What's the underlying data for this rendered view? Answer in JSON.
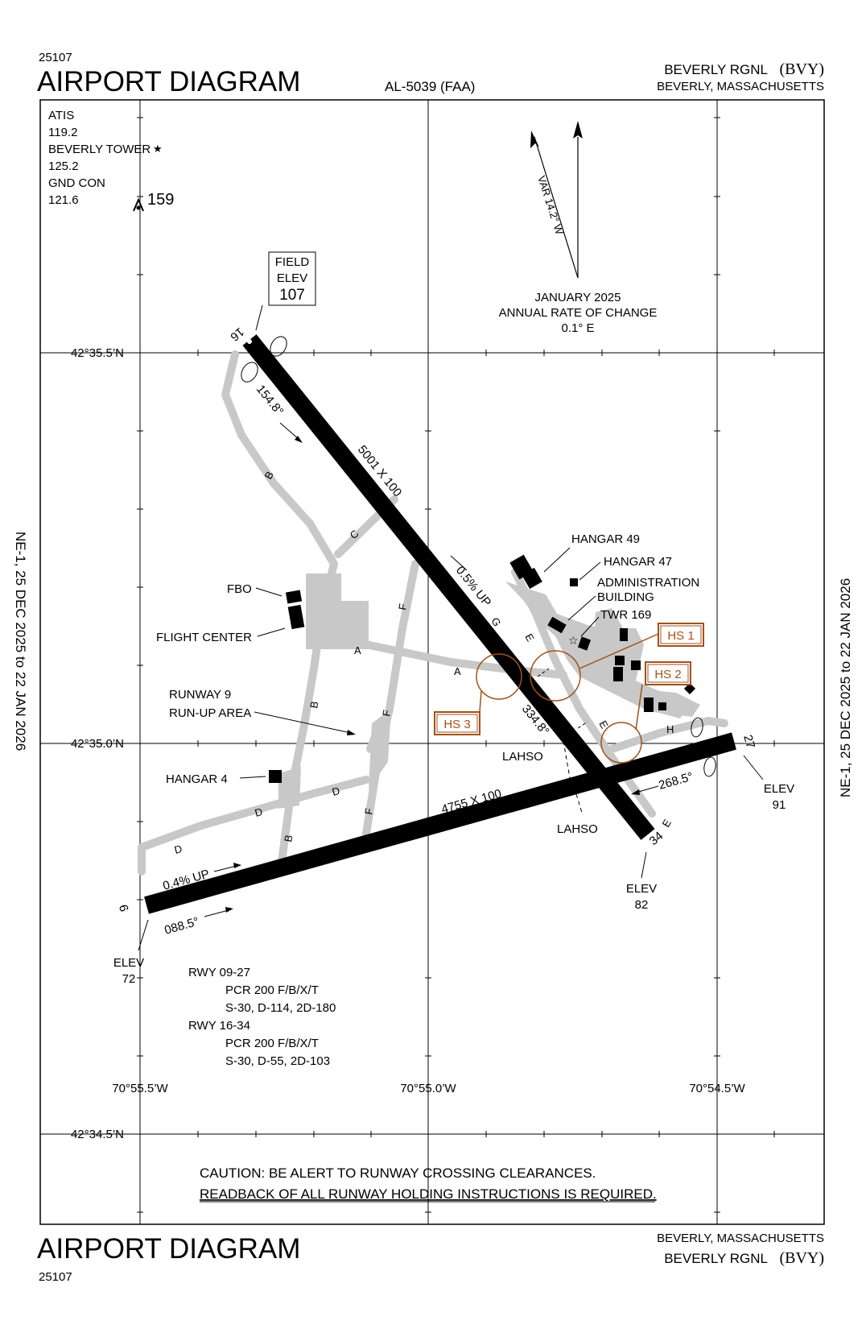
{
  "header": {
    "doc_number": "25107",
    "title": "AIRPORT DIAGRAM",
    "chart_id": "AL-5039 (FAA)",
    "airport_name": "BEVERLY RGNL",
    "airport_code": "(BVY)",
    "location": "BEVERLY, MASSACHUSETTS"
  },
  "footer": {
    "title": "AIRPORT DIAGRAM",
    "doc_number": "25107",
    "location": "BEVERLY, MASSACHUSETTS",
    "airport_name": "BEVERLY RGNL",
    "airport_code": "(BVY)"
  },
  "side_text": {
    "left": "NE-1,  25 DEC 2025  to  22 JAN 2026",
    "right": "NE-1,  25 DEC 2025  to  22 JAN 2026"
  },
  "frequencies": {
    "atis_label": "ATIS",
    "atis_freq": "119.2",
    "tower_label": "BEVERLY TOWER",
    "tower_freq": "125.2",
    "gnd_label": "GND CON",
    "gnd_freq": "121.6",
    "obstacle_height": "159"
  },
  "field_elevation": {
    "line1": "FIELD",
    "line2": "ELEV",
    "value": "107"
  },
  "magnetic_variation": {
    "var_label": "VAR 14.2° W",
    "date": "JANUARY 2025",
    "rate_label": "ANNUAL RATE OF CHANGE",
    "rate_value": "0.1° E"
  },
  "coordinates": {
    "lat_north": "42°35.5’N",
    "lat_mid": "42°35.0’N",
    "lat_south": "42°34.5’N",
    "lon_west": "70°55.5’W",
    "lon_mid": "70°55.0’W",
    "lon_east": "70°54.5’W"
  },
  "runways": {
    "rwy_16_34": {
      "dims": "5001 X 100",
      "end_16": "16",
      "end_34": "34",
      "heading_16": "154.8°",
      "heading_34": "334.8°",
      "slope": "0.5% UP",
      "elev_34_label": "ELEV",
      "elev_34": "82"
    },
    "rwy_9_27": {
      "dims": "4755 X 100",
      "end_9": "9",
      "end_27": "27",
      "heading_9": "088.5°",
      "heading_27": "268.5°",
      "slope": "0.4% UP",
      "elev_9_label": "ELEV",
      "elev_9": "72",
      "elev_27_label": "ELEV",
      "elev_27": "91"
    }
  },
  "taxiways": {
    "a1": "A",
    "a2": "A",
    "b1": "B",
    "b2": "B",
    "b3": "B",
    "c": "C",
    "d1": "D",
    "d2": "D",
    "d3": "D",
    "e1": "E",
    "e2": "E",
    "e3": "E",
    "f1": "F",
    "f2": "F",
    "f3": "F",
    "g": "G",
    "h": "H"
  },
  "facilities": {
    "hangar_49": "HANGAR 49",
    "hangar_47": "HANGAR 47",
    "admin_1": "ADMINISTRATION",
    "admin_2": "BUILDING",
    "twr": "TWR 169",
    "fbo": "FBO",
    "flight_center": "FLIGHT CENTER",
    "runup_1": "RUNWAY 9",
    "runup_2": "RUN-UP AREA",
    "hangar_4": "HANGAR 4",
    "lahso_1": "LAHSO",
    "lahso_2": "LAHSO"
  },
  "hot_spots": {
    "hs1": "HS 1",
    "hs2": "HS 2",
    "hs3": "HS 3",
    "color": "#a0521b"
  },
  "pavement": {
    "rwy_09_27_label": "RWY 09-27",
    "rwy_09_27_pcr": "PCR 200 F/B/X/T",
    "rwy_09_27_strength": "S-30, D-114, 2D-180",
    "rwy_16_34_label": "RWY 16-34",
    "rwy_16_34_pcr": "PCR 200 F/B/X/T",
    "rwy_16_34_strength": "S-30, D-55, 2D-103"
  },
  "caution": {
    "line1": "CAUTION: BE ALERT TO RUNWAY CROSSING CLEARANCES.",
    "line2": "READBACK OF ALL RUNWAY HOLDING INSTRUCTIONS IS REQUIRED."
  },
  "colors": {
    "taxiway": "#c8c8c8",
    "runway": "#000000",
    "hotspot": "#a0521b"
  }
}
